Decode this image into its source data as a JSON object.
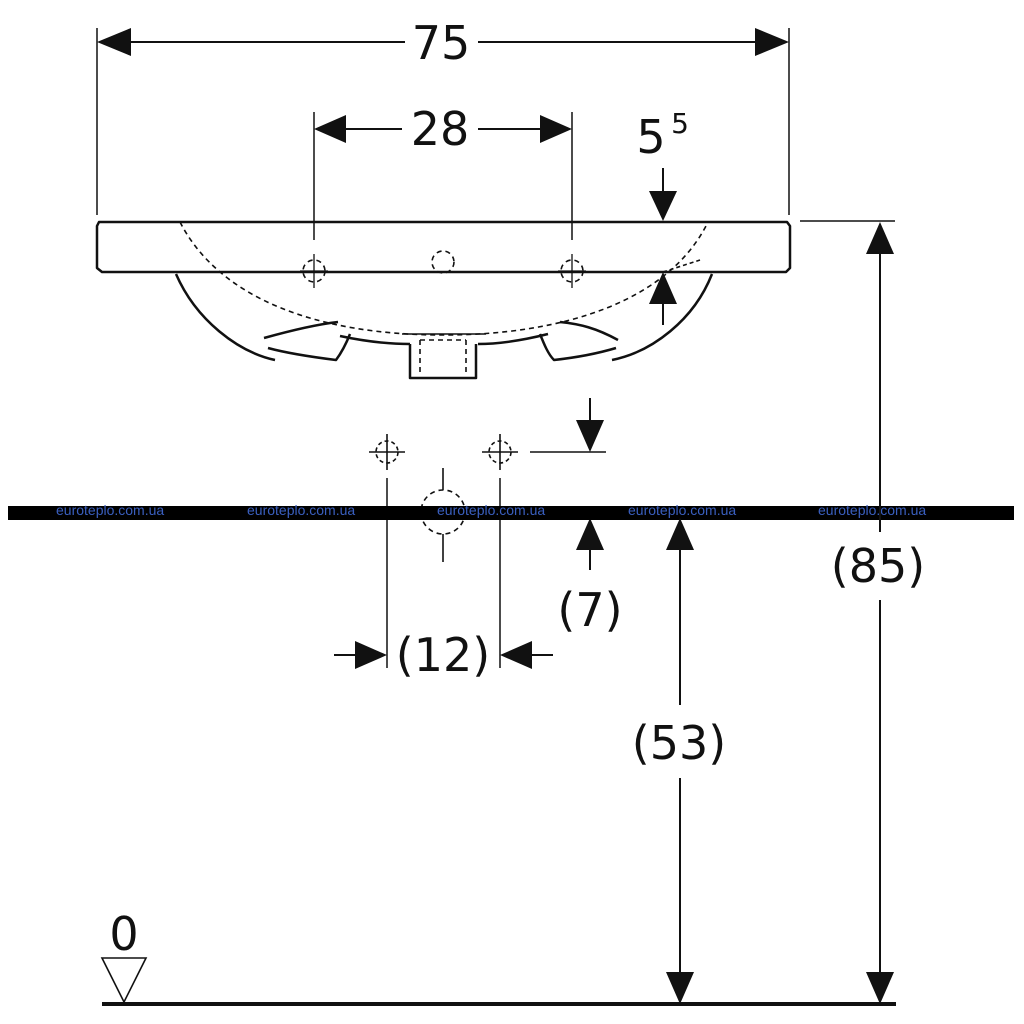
{
  "dimensions": {
    "overall_width": "75",
    "tap_hole_spacing": "28",
    "rim_thickness": "5",
    "rim_thickness_sup": "5",
    "overall_height": "(85)",
    "waste_height": "(53)",
    "waste_offset": "(7)",
    "supply_spacing": "(12)",
    "floor_level": "0"
  },
  "watermark": {
    "text": "euroteplo.com.ua"
  },
  "colors": {
    "line": "#111111",
    "watermark": "#3a5fbf",
    "background": "#ffffff"
  }
}
